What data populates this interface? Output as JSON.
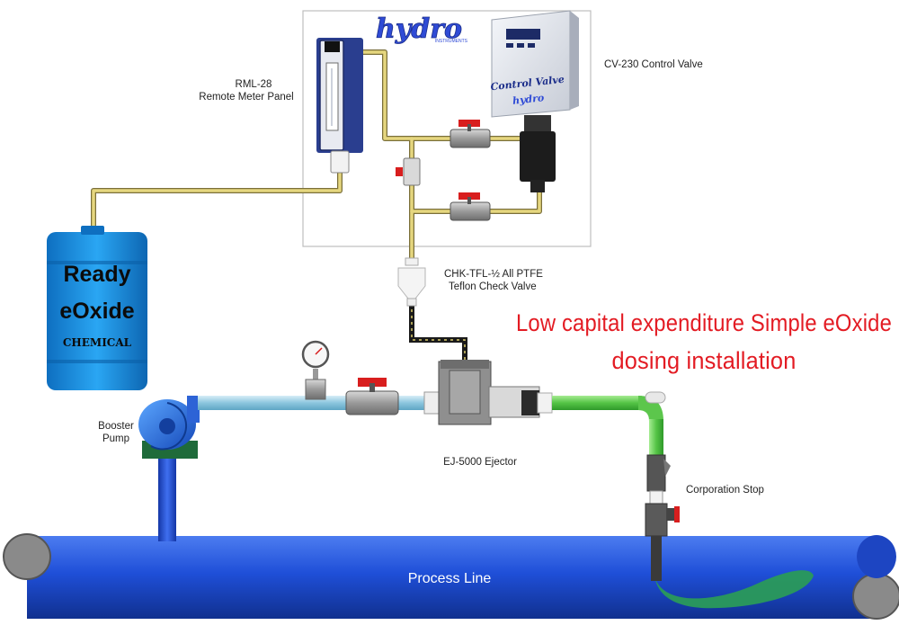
{
  "labels": {
    "brand_logo": "hydro",
    "brand_sub": "INSTRUMENTS",
    "control_valve_face": "Control Valve",
    "control_valve_face_brand": "hydro",
    "control_valve": "CV-230 Control Valve",
    "meter_panel_model": "RML-28",
    "meter_panel_name": "Remote Meter Panel",
    "check_valve_model": "CHK-TFL-½ All PTFE",
    "check_valve_name": "Teflon Check Valve",
    "tank_line1": "Ready",
    "tank_line2": "eOxide",
    "tank_line3": "CHEMICAL",
    "booster_pump_line1": "Booster",
    "booster_pump_line2": "Pump",
    "ejector": "EJ-5000 Ejector",
    "corporation_stop": "Corporation Stop",
    "process_line": "Process Line"
  },
  "headline": {
    "line1": "Low capital expenditure Simple eOxide",
    "line2": "dosing installation"
  },
  "colors": {
    "headline": "#e31b23",
    "process_pipe": "#1f4fd8",
    "tank": "#1a8fe0",
    "chemical_tube": "#d9c96a",
    "water_pipe": "#9fd3e8",
    "treated_pipe": "#59c84a",
    "valve_handle": "#d81e1e"
  }
}
